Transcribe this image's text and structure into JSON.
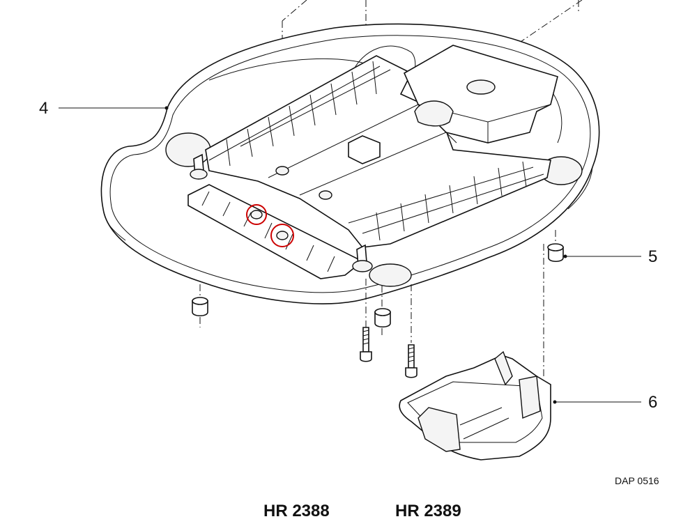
{
  "diagram": {
    "callouts": {
      "c4": "4",
      "c5": "5",
      "c6": "6"
    },
    "reference_code": "DAP 0516",
    "models": [
      "HR 2388",
      "HR 2389"
    ],
    "highlight_color": "#cc0000",
    "line_color": "#111111"
  }
}
